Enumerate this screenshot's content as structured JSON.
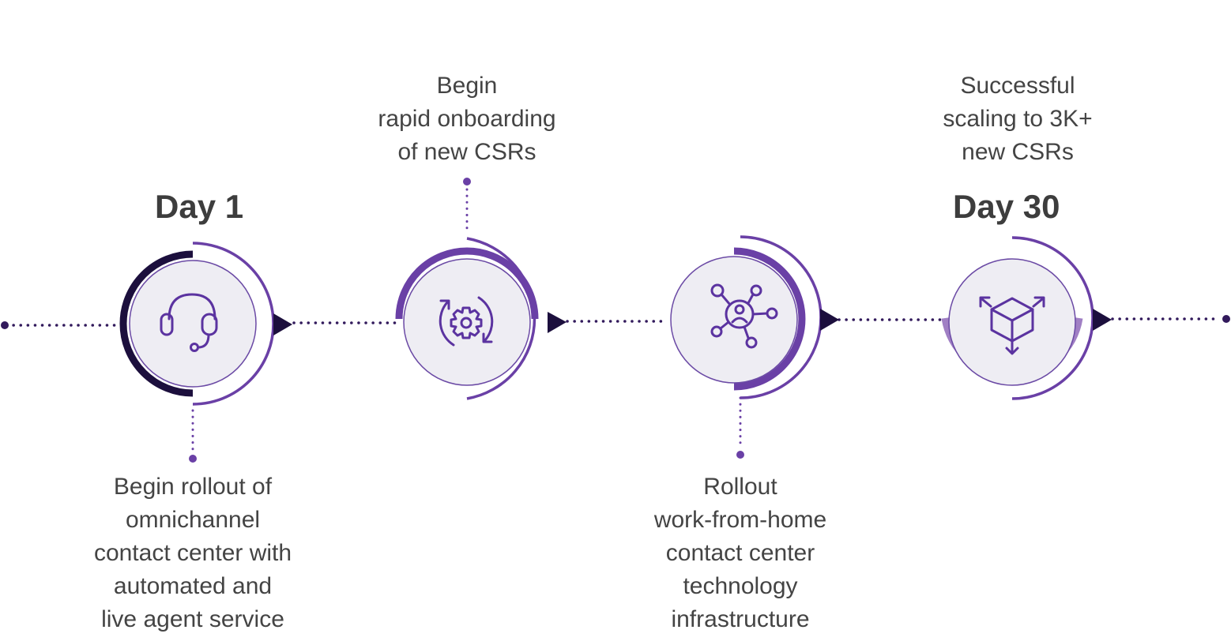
{
  "colors": {
    "connector": "#321a5c",
    "dark_arc": "#1c0f3d",
    "accent": "#6a40a6",
    "light_arc": "#a07fc4",
    "circle_fill": "#eeedf3",
    "circle_border": "#6b4aa5",
    "icon": "#5b33a0",
    "text": "#444444",
    "heading": "#3d3d3d"
  },
  "headings": {
    "day1": "Day 1",
    "day30": "Day 30"
  },
  "milestones": [
    {
      "icon": "headset-icon",
      "lines": [
        "Begin rollout of",
        "omnichannel",
        "contact center with",
        "automated and",
        "live agent service"
      ]
    },
    {
      "icon": "gear-cycle-icon",
      "lines": [
        "Begin",
        "rapid onboarding",
        "of new CSRs"
      ]
    },
    {
      "icon": "network-user-icon",
      "lines": [
        "Rollout",
        "work-from-home",
        "contact center",
        "technology",
        "infrastructure"
      ]
    },
    {
      "icon": "scaling-box-icon",
      "lines": [
        "Successful",
        "scaling to 3K+",
        "new CSRs"
      ]
    }
  ]
}
